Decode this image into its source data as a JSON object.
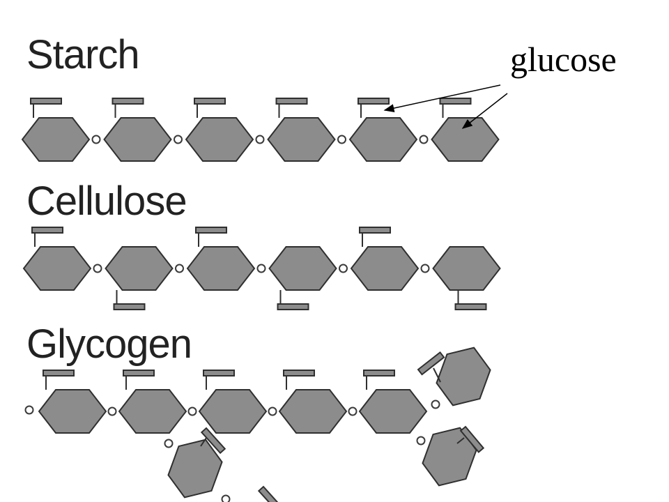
{
  "titles": {
    "starch": "Starch",
    "cellulose": "Cellulose",
    "glycogen": "Glycogen"
  },
  "annotation": {
    "label": "glucose"
  },
  "colors": {
    "ring_fill": "#8c8c8c",
    "ring_stroke": "#2f2f2f",
    "text": "#222222"
  },
  "chains": {
    "starch": {
      "rings": 6,
      "substituent_pattern": "all-up"
    },
    "cellulose": {
      "rings": 6,
      "substituent_pattern": "alternating"
    },
    "glycogen": {
      "rings": 5,
      "substituent_pattern": "all-up",
      "branches": 4
    }
  }
}
